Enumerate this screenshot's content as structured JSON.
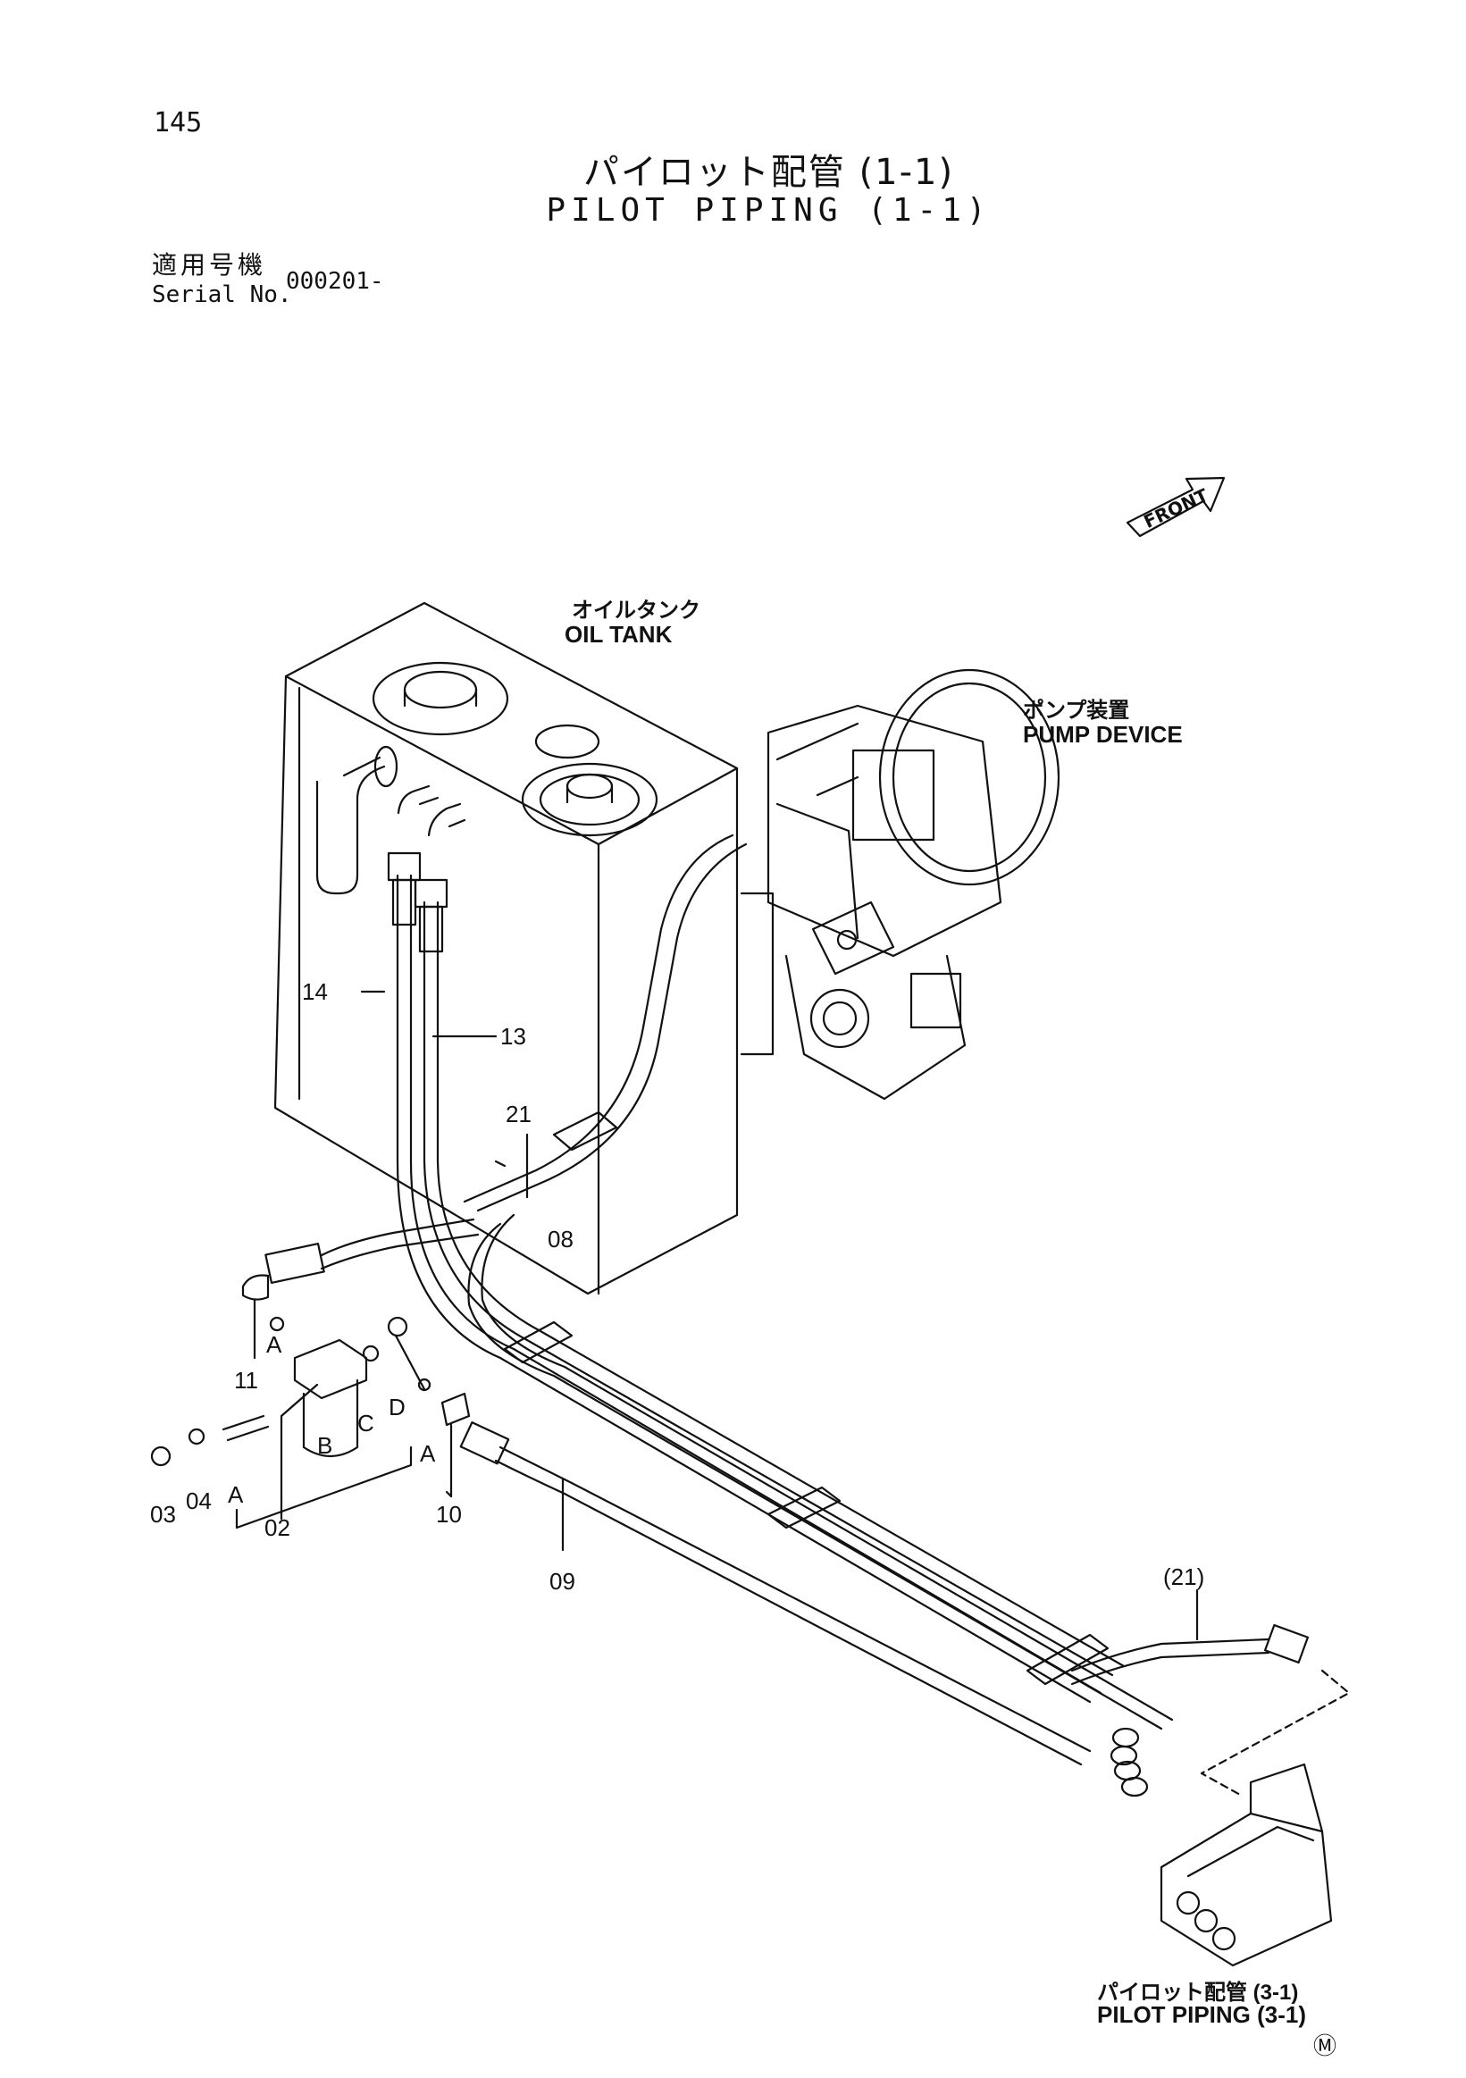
{
  "page_number": "145",
  "title_jp": "パイロット配管 (1-1)",
  "title_en": "PILOT PIPING (1-1)",
  "serial": {
    "label_jp": "適用号機",
    "label_en": "Serial No.",
    "value": "000201-"
  },
  "front_label": "FRONT",
  "components": {
    "oil_tank_jp": "オイルタンク",
    "oil_tank_en": "OIL TANK",
    "pump_device_jp": "ポンプ装置",
    "pump_device_en": "PUMP DEVICE",
    "pilot_ref_jp": "パイロット配管 (3-1)",
    "pilot_ref_en": "PILOT PIPING (3-1)"
  },
  "callouts": {
    "p14": "14",
    "p13": "13",
    "p21": "21",
    "p08": "08",
    "p11": "11",
    "p03": "03",
    "p04": "04",
    "p02": "02",
    "p10": "10",
    "p09": "09",
    "p21_ref": "(21)",
    "A1": "A",
    "A2": "A",
    "A3": "A",
    "B": "B",
    "C": "C",
    "D": "D"
  },
  "mark": "Ⓜ"
}
